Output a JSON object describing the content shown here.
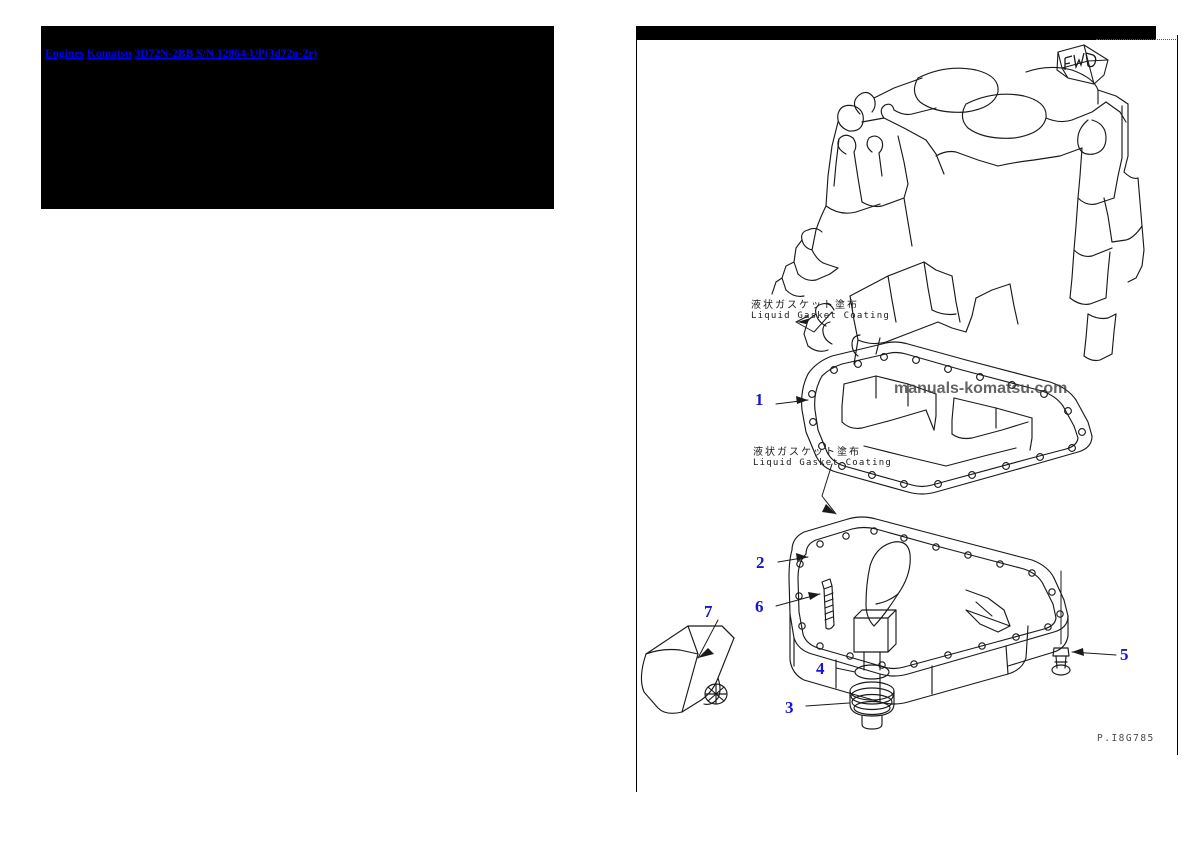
{
  "breadcrumb": {
    "segments": [
      {
        "label": "Engines",
        "href": "#"
      },
      {
        "label": "Komatsu",
        "href": "#"
      },
      {
        "label": "3D72N-2BB S/N 12864-UP(3d72n-2r)",
        "href": "#"
      }
    ],
    "separator": " ",
    "full_text": "Engines Komatsu 3D72N-2BB S/N 12864-UP(3d72n-2r)",
    "link_color": "#0000ee",
    "background_color": "#000000"
  },
  "drawing": {
    "title_bar_color": "#000000",
    "background_color": "#ffffff",
    "line_color": "#1a1a1a",
    "callout_color": "#1414d2",
    "watermark": "manuals-komatsu.com",
    "page_code": "P.I8G785",
    "orientation_marker": "FWD",
    "notes": [
      {
        "id": "gasket-note-1",
        "jp": "液状ガスケット塗布",
        "en": "Liquid Gasket Coating"
      },
      {
        "id": "gasket-note-2",
        "jp": "液状ガスケット塗布",
        "en": "Liquid Gasket Coating"
      }
    ],
    "callouts": [
      {
        "number": "1",
        "part": "oil-pan-upper"
      },
      {
        "number": "2",
        "part": "oil-pan-lower"
      },
      {
        "number": "3",
        "part": "drain-plug"
      },
      {
        "number": "4",
        "part": "drain-plug-washer"
      },
      {
        "number": "5",
        "part": "bolt-right"
      },
      {
        "number": "6",
        "part": "bolt-left"
      },
      {
        "number": "7",
        "part": "liquid-gasket-tube"
      }
    ]
  }
}
